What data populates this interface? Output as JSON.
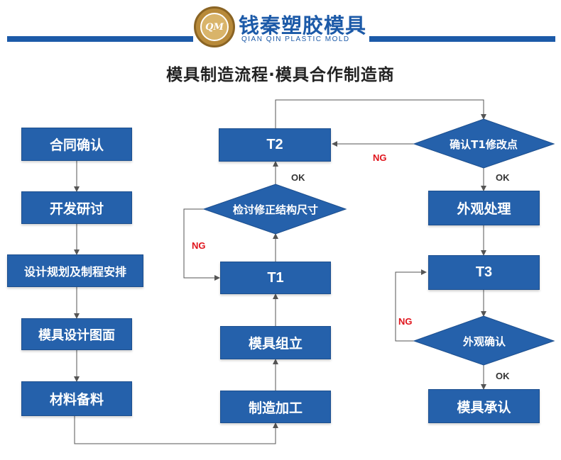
{
  "header": {
    "logo_mark": "QM",
    "brand_cn": "钱秦塑胶模具",
    "brand_en": "QIAN QIN PLASTIC MOLD",
    "title": "模具制造流程·模具合作制造商"
  },
  "colors": {
    "box": "#2561ab",
    "line": "#555555",
    "ng": "#e0141c",
    "ok": "#333333",
    "accent": "#1c5aa8",
    "gold": "#a87c2e"
  },
  "nodes": {
    "contract": "合同确认",
    "dev_review": "开发研讨",
    "design_plan": "设计规划及制程安排",
    "mold_design": "模具设计图面",
    "material_prep": "材料备料",
    "manufacture": "制造加工",
    "assembly": "模具组立",
    "t1": "T1",
    "inspect_dim": "检讨修正结构尺寸",
    "t2": "T2",
    "confirm_t1": "确认T1修改点",
    "appearance_proc": "外观处理",
    "t3": "T3",
    "appearance_check": "外观确认",
    "acceptance": "模具承认"
  },
  "edge_labels": {
    "ok_inspect": "OK",
    "ng_inspect": "NG",
    "ng_confirm": "NG",
    "ok_confirm": "OK",
    "ng_appearance": "NG",
    "ok_appearance": "OK"
  }
}
